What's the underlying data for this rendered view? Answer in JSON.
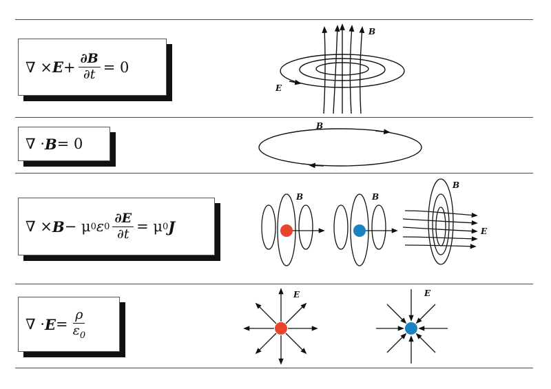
{
  "rows": [
    {
      "equation": {
        "lead": "∇ × ",
        "field": "E",
        "plus": " + ",
        "num": "∂B",
        "den": "∂t",
        "rhs": " = 0"
      },
      "labels": [
        "B",
        "E"
      ]
    },
    {
      "equation": {
        "lead": "∇ · ",
        "field": "B",
        "rhs": " = 0"
      },
      "labels": [
        "B"
      ]
    },
    {
      "equation": {
        "lead": "∇ × ",
        "field": "B",
        "mid": " − μ",
        "sub0": "0",
        "eps": "ε",
        "sub1": "0",
        "num": "∂E",
        "den": "∂t",
        "rhs": " = μ",
        "sub2": "0",
        "rhsField": "J"
      },
      "labels": [
        "B",
        "B",
        "B",
        "E"
      ]
    },
    {
      "equation": {
        "lead": "∇ · ",
        "field": "E",
        "eq": " = ",
        "num": "ρ",
        "den": "ε",
        "densub": "0"
      },
      "labels": [
        "E",
        "E"
      ]
    }
  ],
  "colors": {
    "positive_charge": "#e8432c",
    "negative_charge": "#1a82c0",
    "line": "#111111"
  }
}
